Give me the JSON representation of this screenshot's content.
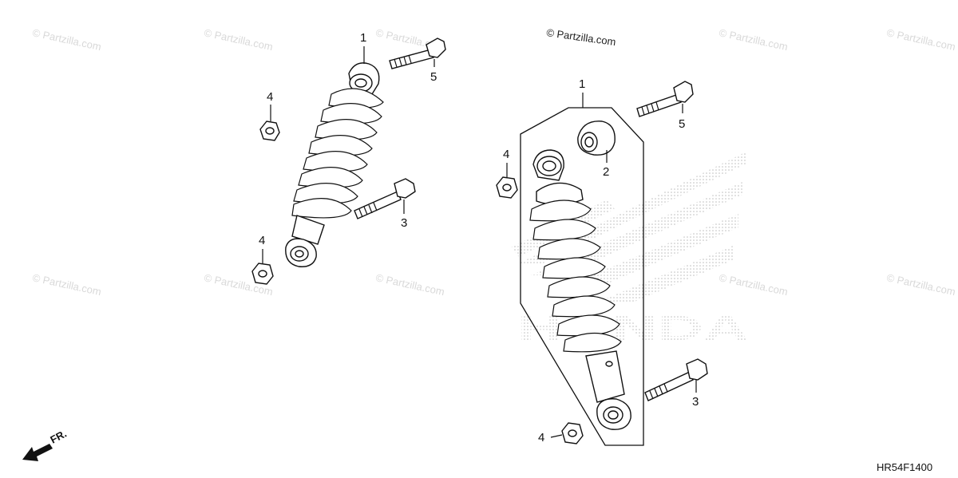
{
  "diagram": {
    "copyright": "© Partzilla.com",
    "watermark_text": "© Partzilla.com",
    "brand_watermark": "HONDA",
    "diagram_code": "HR54F1400",
    "front_indicator": "FR.",
    "callouts": {
      "left_shock": "1",
      "left_upper_bolt": "5",
      "left_upper_nut": "4",
      "left_lower_bolt": "3",
      "left_lower_nut": "4",
      "right_shock": "1",
      "right_bushing": "2",
      "right_upper_bolt": "5",
      "right_upper_nut": "4",
      "right_lower_bolt": "3",
      "right_lower_nut": "4"
    }
  }
}
